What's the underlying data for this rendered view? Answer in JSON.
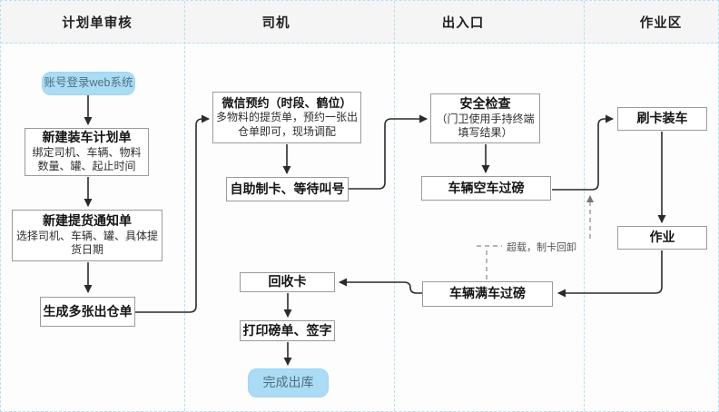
{
  "header": {
    "lanes": [
      {
        "label": "计划单审核"
      },
      {
        "label": "司机"
      },
      {
        "label": "出入口"
      },
      {
        "label": "作业区"
      }
    ]
  },
  "nodes": {
    "login": {
      "label": "账号登录web系统"
    },
    "create_plan": {
      "title": "新建装车计划单",
      "subtitle": "绑定司机、车辆、物料数量、罐、起止时间"
    },
    "create_notice": {
      "title": "新建提货通知单",
      "subtitle": "选择司机、车辆、罐、具体提货日期"
    },
    "generate_orders": {
      "title": "生成多张出仓单"
    },
    "wechat_booking": {
      "title": "微信预约（时段、鹤位）",
      "subtitle": "多物料的提货单，预约一张出仓单即可，现场调配"
    },
    "self_card": {
      "title": "自助制卡、等待叫号"
    },
    "recycle_card": {
      "title": "回收卡"
    },
    "print_sign": {
      "title": "打印磅单、签字"
    },
    "finish": {
      "label": "完成出库"
    },
    "safety_check": {
      "title": "安全检查",
      "subtitle": "（门卫使用手持终端填写结果）"
    },
    "empty_weigh": {
      "title": "车辆空车过磅"
    },
    "full_weigh": {
      "title": "车辆满车过磅"
    },
    "swipe_load": {
      "title": "刷卡装车"
    },
    "work": {
      "title": "作业"
    }
  },
  "annotations": {
    "overload": "超载，制卡回卸"
  },
  "colors": {
    "accent_fill": "#aadcf5",
    "accent_text": "#50707f",
    "lane_line": "#b5e0f0",
    "header_bg": "#f5f5f5",
    "box_border": "#9b9b9b",
    "arrow": "#2b2b2b",
    "dashed_line": "#888888"
  }
}
